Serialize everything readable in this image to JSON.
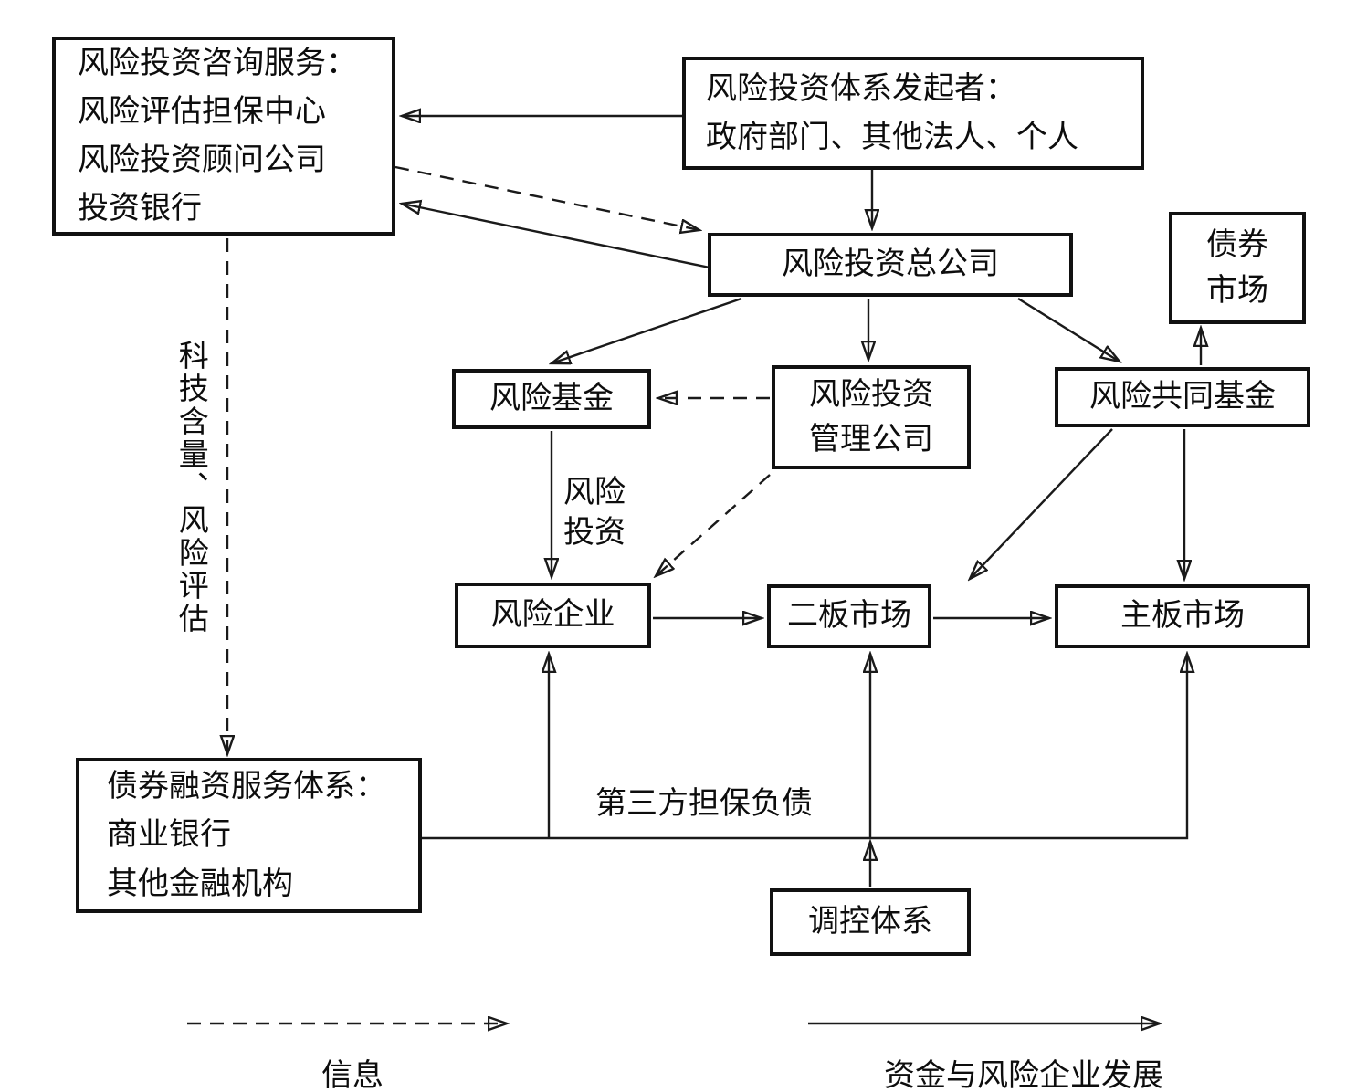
{
  "diagram": {
    "title_hint": "venture-capital-system-flowchart",
    "colors": {
      "line": "#1a1a1a",
      "background": "#ffffff",
      "text": "#0d0d0d"
    },
    "nodes": {
      "consulting": {
        "lines": [
          "风险投资咨询服务：",
          "风险评估担保中心",
          "风险投资顾问公司",
          "投资银行"
        ]
      },
      "initiator": {
        "lines": [
          "风险投资体系发起者：",
          "政府部门、其他法人、个人"
        ]
      },
      "headquarters": {
        "label": "风险投资总公司"
      },
      "bond_market": {
        "lines": [
          "债券",
          "市场"
        ]
      },
      "venture_fund": {
        "label": "风险基金"
      },
      "management": {
        "lines": [
          "风险投资",
          "管理公司"
        ]
      },
      "mutual_fund": {
        "label": "风险共同基金"
      },
      "venture_enterprise": {
        "label": "风险企业"
      },
      "second_board": {
        "label": "二板市场"
      },
      "main_board": {
        "label": "主板市场"
      },
      "bond_financing": {
        "lines": [
          "债券融资服务体系：",
          "商业银行",
          "其他金融机构"
        ]
      },
      "regulation": {
        "label": "调控体系"
      }
    },
    "edge_labels": {
      "tech_risk_vertical": "科技含量、风险评估",
      "venture_investment": {
        "lines": [
          "风险",
          "投资"
        ]
      },
      "third_party": "第三方担保负债"
    },
    "legend": {
      "dashed_label": "信息",
      "solid_label": "资金与风险企业发展"
    }
  }
}
